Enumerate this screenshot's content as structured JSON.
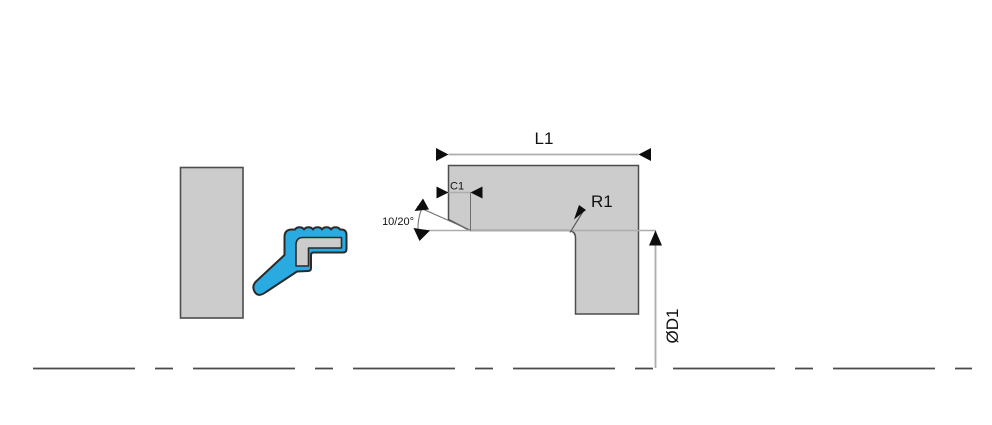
{
  "diagram": {
    "type": "technical-drawing",
    "description": "Wiper seal profile and housing groove cross-section with dimension callouts",
    "labels": {
      "length": "L1",
      "chamfer": "C1",
      "angle": "10/20°",
      "radius": "R1",
      "diameter": "ØD1"
    },
    "colors": {
      "seal_body": "#29ABE2",
      "metal_fill": "#CCCCCC",
      "outline": "#4D4D4D",
      "dim_line": "#ADADAD",
      "thin_line": "#777777",
      "arrow": "#0D0D0D",
      "centerline": "#4A4A4A"
    }
  }
}
